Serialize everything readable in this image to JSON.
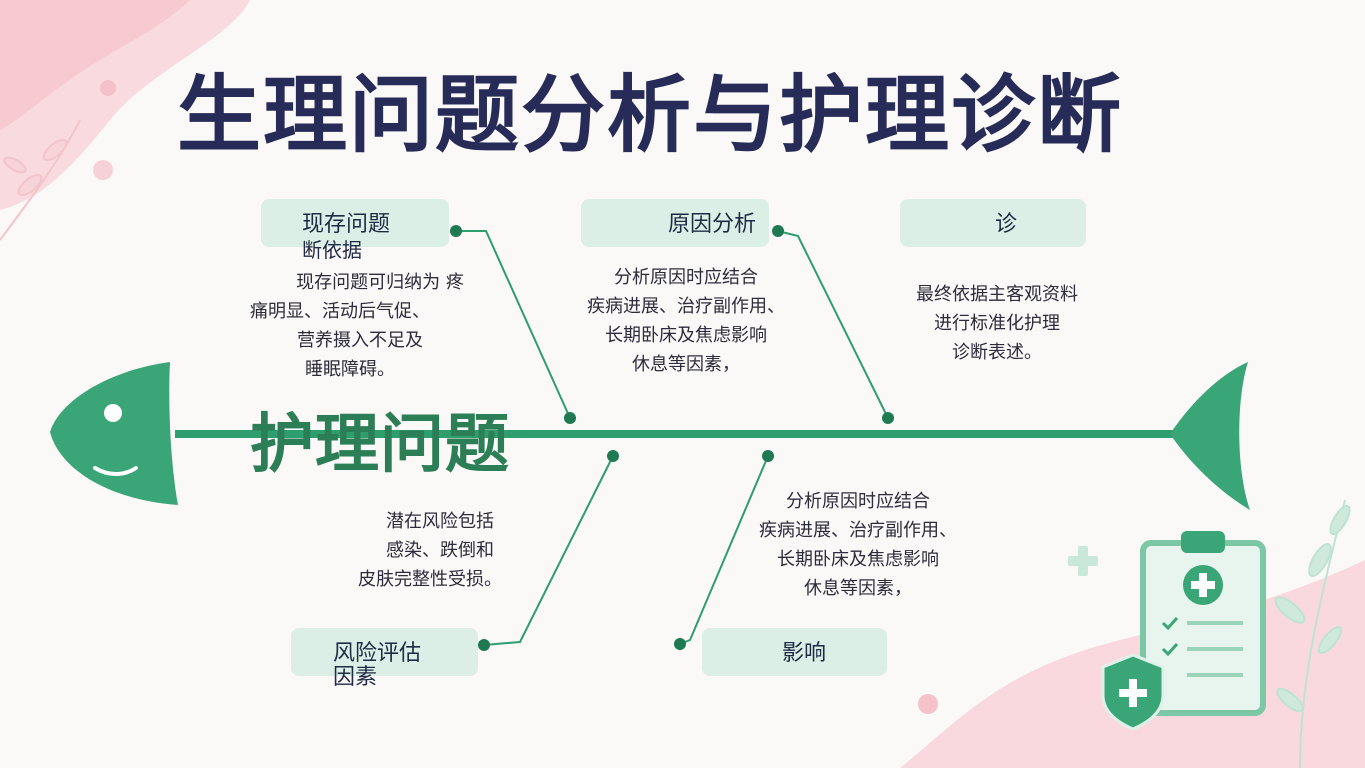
{
  "title": "生理问题分析与护理诊断",
  "spine_label": "护理问题",
  "boxes": {
    "existing": {
      "label_line1": "现存问题",
      "label_line2": "断依据",
      "text": [
        "现存问题可归纳为 疼",
        "痛明显、活动后气促、",
        "营养摄入不足及",
        "睡眠障碍。"
      ]
    },
    "cause": {
      "label": "原因分析",
      "text": [
        "分析原因时应结合",
        "疾病进展、治疗副作用、",
        "长期卧床及焦虑影响",
        "休息等因素，"
      ]
    },
    "diagnosis": {
      "label": "诊",
      "text": [
        "最终依据主客观资料",
        "进行标准化护理",
        "诊断表述。"
      ]
    },
    "risk": {
      "label_line1": "风险评估",
      "label_line2": "因素",
      "text": [
        "潜在风险包括",
        "感染、跌倒和",
        "皮肤完整性受损。"
      ]
    },
    "impact": {
      "label": "影响",
      "text": [
        "分析原因时应结合",
        "疾病进展、治疗副作用、",
        "长期卧床及焦虑影响",
        "休息等因素，"
      ]
    }
  },
  "colors": {
    "green": "#2e9e6f",
    "title": "#262b57",
    "pill": "#dcefe6",
    "pink": "#f7c9cf"
  },
  "icons": [
    "fish-head-icon",
    "fish-tail-icon",
    "clipboard-icon",
    "shield-plus-icon",
    "plus-icon",
    "leaf-icon"
  ]
}
